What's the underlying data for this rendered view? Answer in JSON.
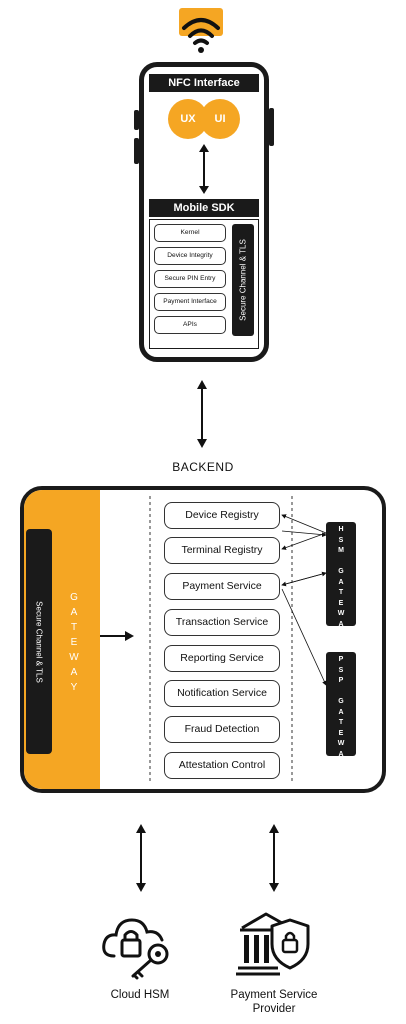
{
  "phone": {
    "nfc_title": "NFC Interface",
    "ux_label": "UX",
    "ui_label": "UI",
    "sdk_title": "Mobile SDK",
    "sdk_items": [
      "Kernel",
      "Device Integrity",
      "Secure PIN Entry",
      "Payment Interface",
      "APIs"
    ],
    "sdk_side_bar": "Secure Channel & TLS"
  },
  "backend": {
    "label": "BACKEND",
    "tls_bar": "Secure Channel & TLS",
    "gateway_letters": "G\nA\nT\nE\nW\nA\nY",
    "services": [
      "Device Registry",
      "Terminal Registry",
      "Payment Service",
      "Transaction Service",
      "Reporting Service",
      "Notification Service",
      "Fraud Detection",
      "Attestation Control"
    ],
    "hsm_gateway": "H\nS\nM\n\nG\nA\nT\nE\nW\nA\nY",
    "psp_gateway": "P\nS\nP\n\nG\nA\nT\nE\nW\nA\nY"
  },
  "bottom": {
    "cloud_hsm": "Cloud HSM",
    "psp_line1": "Payment Service",
    "psp_line2": "Provider"
  },
  "colors": {
    "accent": "#f5a623",
    "dark": "#1a1a1a"
  }
}
